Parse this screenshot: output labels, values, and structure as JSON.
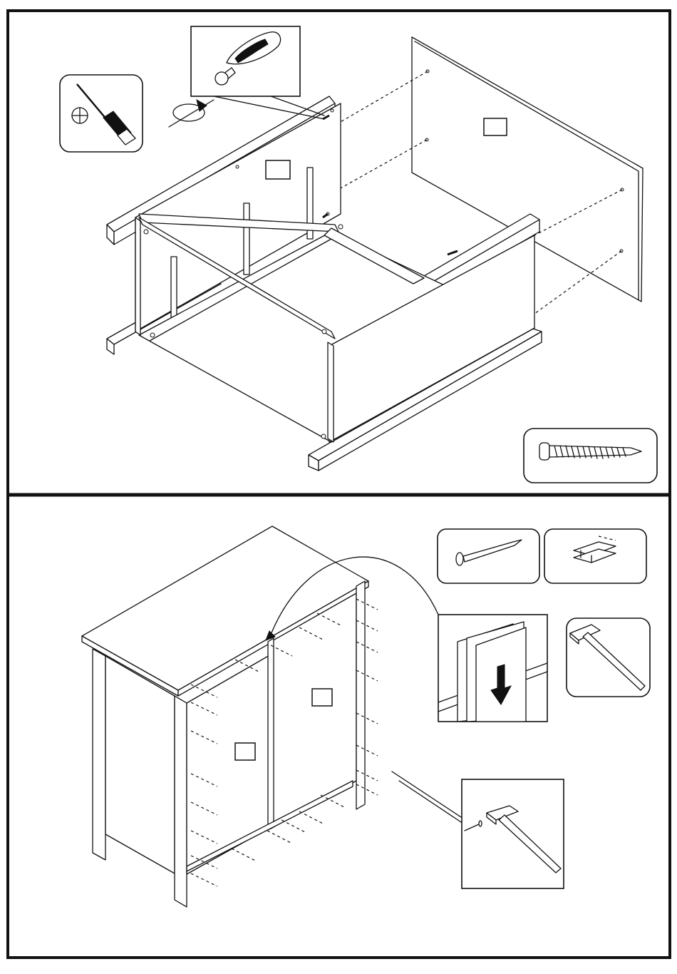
{
  "page": {
    "background": "#ffffff",
    "line_color": "#111111"
  },
  "steps": [
    {
      "name": "step-attach-back-panel",
      "tools": [
        "screwdriver-icon",
        "screw-icon"
      ],
      "part_tags": 2
    },
    {
      "name": "step-nail-back-panels",
      "tools": [
        "nail-icon",
        "h-joiner-icon",
        "hammer-icon"
      ],
      "part_tags": 2
    }
  ]
}
